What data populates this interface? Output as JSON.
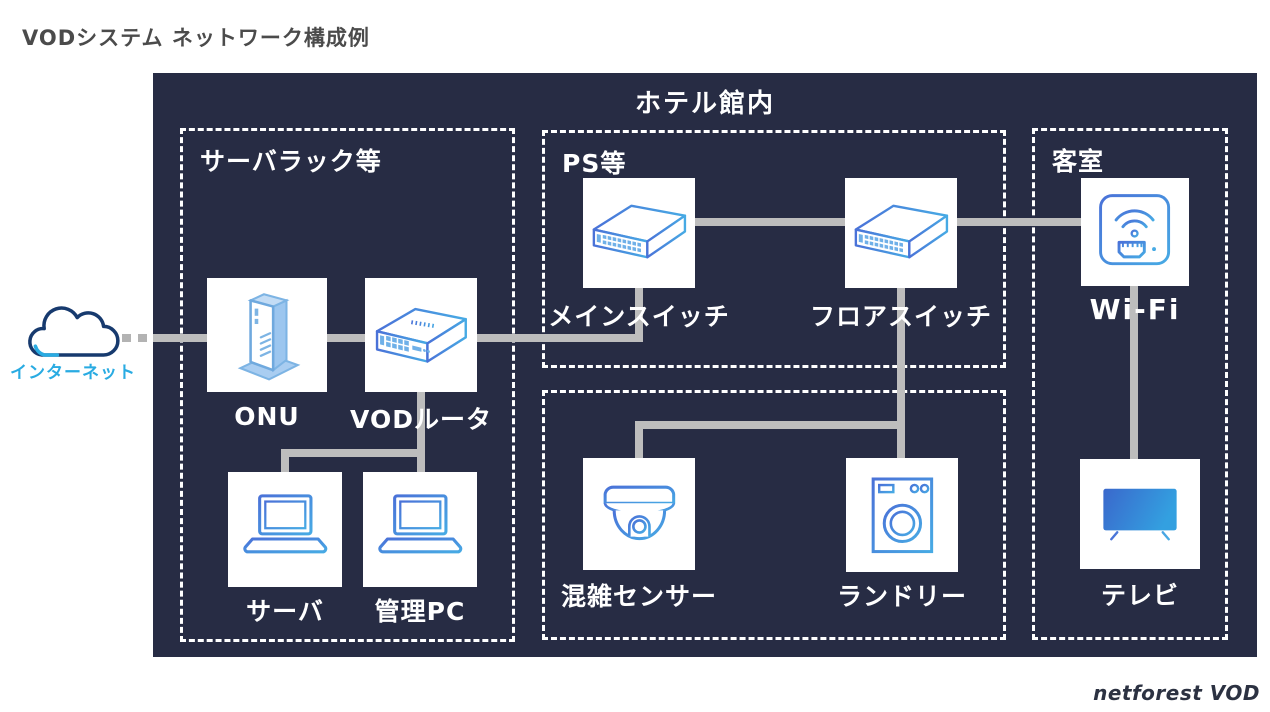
{
  "page": {
    "title": "VODシステム ネットワーク構成例",
    "footer_logo": "netforest VOD"
  },
  "diagram": {
    "area_title": "ホテル館内",
    "internet_label": "インターネット",
    "groups": {
      "server_rack": {
        "label": "サーバラック等"
      },
      "ps": {
        "label": "PS等"
      },
      "guest_room": {
        "label": "客室"
      }
    },
    "nodes": {
      "onu": {
        "label": "ONU"
      },
      "vod_router": {
        "label": "VODルータ"
      },
      "server": {
        "label": "サーバ"
      },
      "admin_pc": {
        "label": "管理PC"
      },
      "main_switch": {
        "label": "メインスイッチ"
      },
      "floor_switch": {
        "label": "フロアスイッチ"
      },
      "congestion_sensor": {
        "label": "混雑センサー"
      },
      "laundry": {
        "label": "ランドリー"
      },
      "wifi": {
        "label": "Wi-Fi"
      },
      "tv": {
        "label": "テレビ"
      }
    },
    "colors": {
      "area_background": "#272c44",
      "connector_gray": "#bdbdbd",
      "internet_blue": "#29abe2",
      "icon_gradient_start": "#4a72d8",
      "icon_gradient_end": "#47aae4",
      "onu_light_blue": "#7db4e4"
    }
  }
}
